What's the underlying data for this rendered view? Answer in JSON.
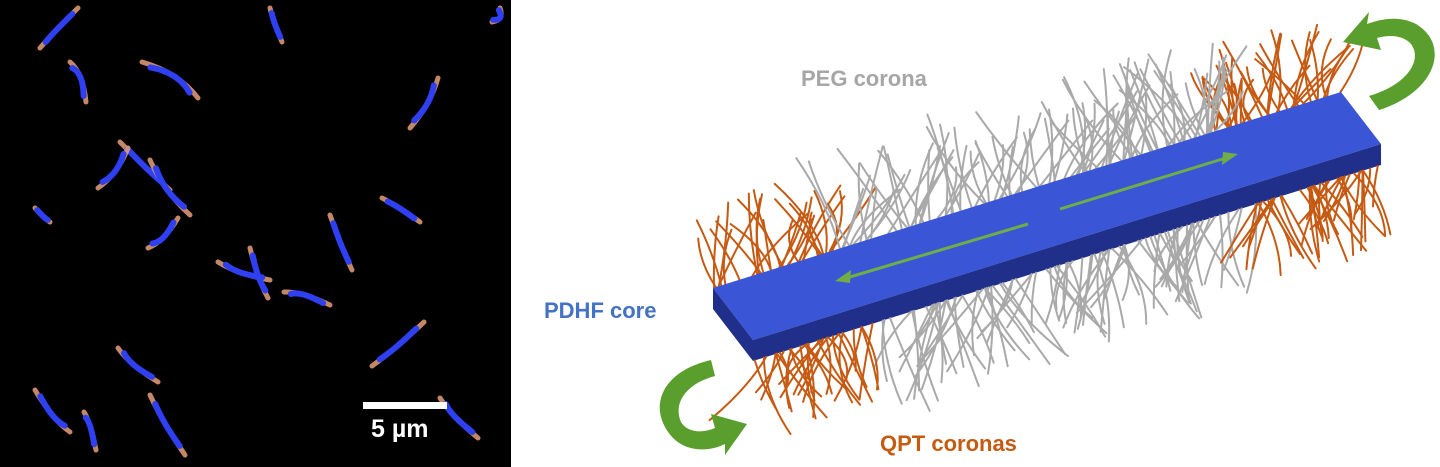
{
  "micrograph": {
    "scale_bar_label": "5 µm",
    "colors": {
      "background": "#000000",
      "core": "#2f3ff2",
      "corona": "#e8a078",
      "scale_bar": "#ffffff"
    }
  },
  "diagram": {
    "labels": {
      "peg_corona": "PEG corona",
      "pdhf_core": "PDHF core",
      "qpt_coronas": "QPT coronas"
    },
    "colors": {
      "peg_corona": "#a6a6a6",
      "pdhf_core": "#4472c4",
      "qpt_coronas": "#c55a11",
      "core_top": "#3a55d6",
      "core_side": "#1f2f8a",
      "peg_strand": "#a9a9a9",
      "qpt_strand": "#c65a12",
      "inner_arrow": "#70ad47",
      "rotation_arrow": "#5a9e2e"
    },
    "icons": [
      "rotation-arrow-icon",
      "direction-arrow-icon"
    ]
  }
}
